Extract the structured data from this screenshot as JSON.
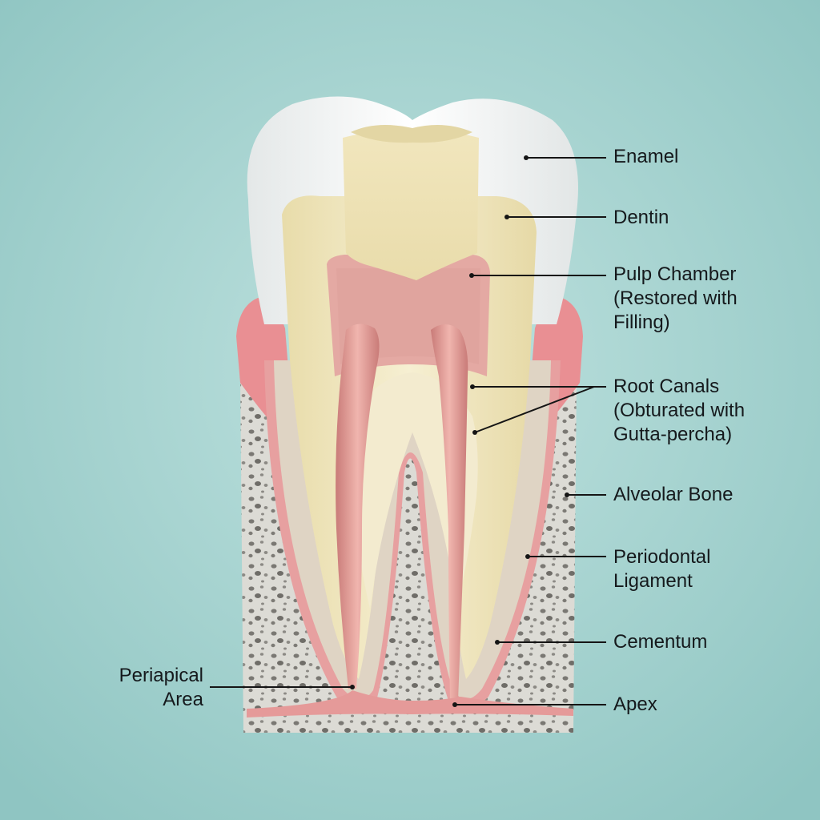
{
  "colors": {
    "background": "#a9d6d3",
    "enamel": "#f4f6f5",
    "dentin": "#f1e8c4",
    "pulp": "#e7a8a2",
    "root_canal": "#dc958f",
    "gum": "#e98f93",
    "ligament": "#e7a0a0",
    "bone": "#d9d8d2",
    "bone_pores": "#6e6d68",
    "filling": "#efe3ba",
    "leader_line": "#151515"
  },
  "labels": {
    "enamel": "Enamel",
    "dentin": "Dentin",
    "pulp_chamber": "Pulp Chamber",
    "pulp_chamber_note_1": "(Restored with",
    "pulp_chamber_note_2": "Filling)",
    "root_canals": "Root Canals",
    "root_canals_note_1": "(Obturated with",
    "root_canals_note_2": "Gutta-percha)",
    "alveolar_bone": "Alveolar Bone",
    "periodontal_1": "Periodontal",
    "periodontal_2": "Ligament",
    "cementum": "Cementum",
    "apex": "Apex",
    "periapical_1": "Periapical",
    "periapical_2": "Area"
  }
}
